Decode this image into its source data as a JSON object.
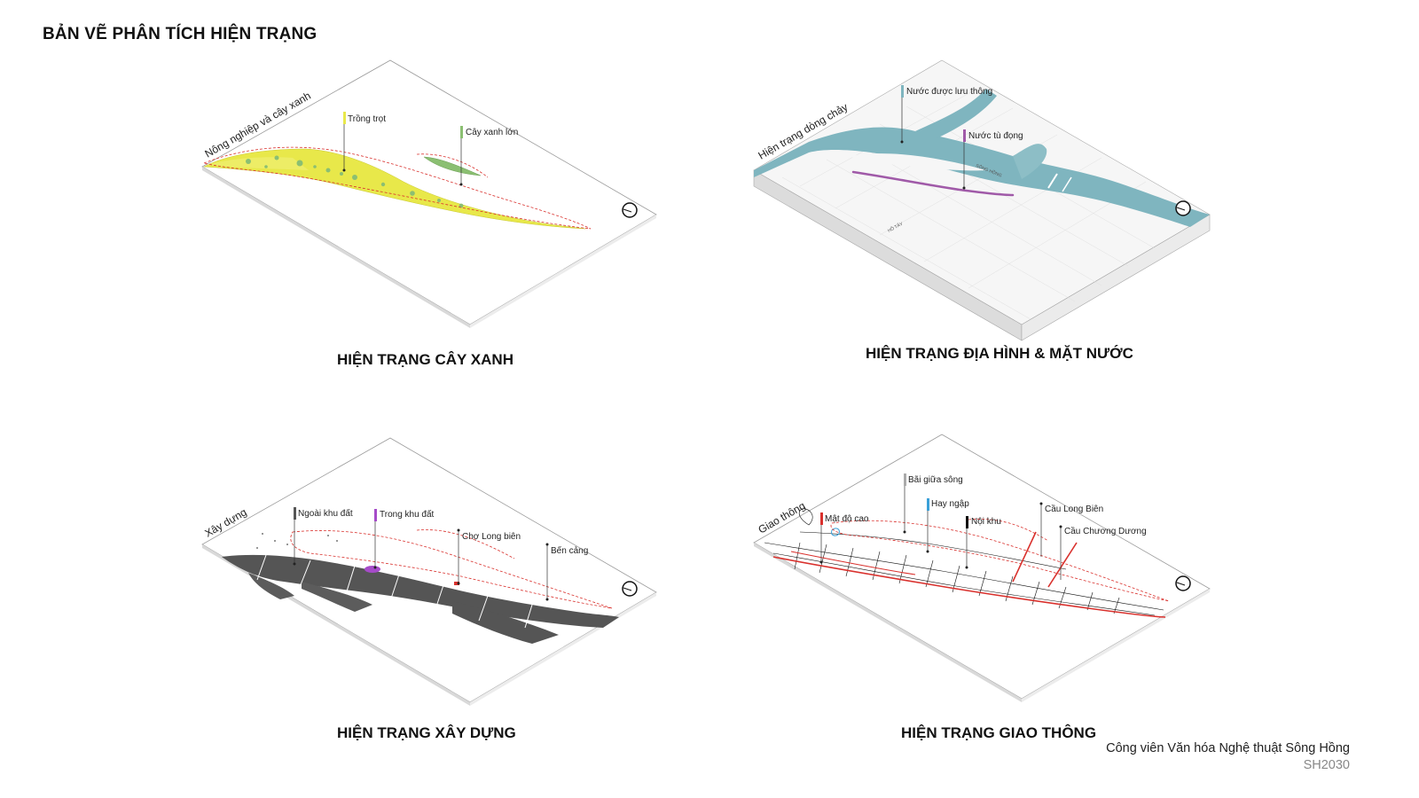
{
  "page_title": "BẢN VẼ PHÂN TÍCH HIỆN TRẠNG",
  "panels": {
    "greenery": {
      "caption": "HIỆN TRẠNG CÂY XANH",
      "side_tag": "Nông nghiệp và cây xanh",
      "labels": {
        "farming": "Trồng trọt",
        "big_trees": "Cây xanh lớn"
      },
      "colors": {
        "farming": "#e8e84a",
        "trees": "#8bbf72"
      }
    },
    "water": {
      "caption": "HIỆN TRẠNG ĐỊA HÌNH & MẶT NƯỚC",
      "side_tag": "Hiện trạng dòng chảy",
      "labels": {
        "flowing": "Nước được lưu thông",
        "stagnant": "Nước tù đọng",
        "river_name": "SÔNG HỒNG",
        "lake_name": "HỒ TÂY"
      },
      "colors": {
        "flowing": "#7fb5bf",
        "stagnant": "#a05aa8"
      }
    },
    "building": {
      "caption": "HIỆN TRẠNG XÂY DỰNG",
      "side_tag": "Xây dựng",
      "labels": {
        "outside": "Ngoài khu đất",
        "inside": "Trong khu đất",
        "market": "Chợ Long biên",
        "port": "Bến cảng"
      },
      "colors": {
        "outside": "#555555",
        "inside": "#a64bc9",
        "market": "#d9312d"
      }
    },
    "traffic": {
      "caption": "HIỆN TRẠNG GIAO THÔNG",
      "side_tag": "Giao thông",
      "labels": {
        "density": "Mật độ cao",
        "mid_island": "Bãi giữa sông",
        "flooding": "Hay ngập",
        "internal": "Nội khu",
        "long_bien": "Cầu Long Biên",
        "chuong_duong": "Cầu Chương Dương"
      },
      "colors": {
        "density": "#d9312d",
        "flooding": "#3aa0d8",
        "internal": "#111111"
      }
    }
  },
  "footer": {
    "line1": "Công viên Văn hóa Nghệ thuật Sông Hồng",
    "line2": "SH2030"
  }
}
